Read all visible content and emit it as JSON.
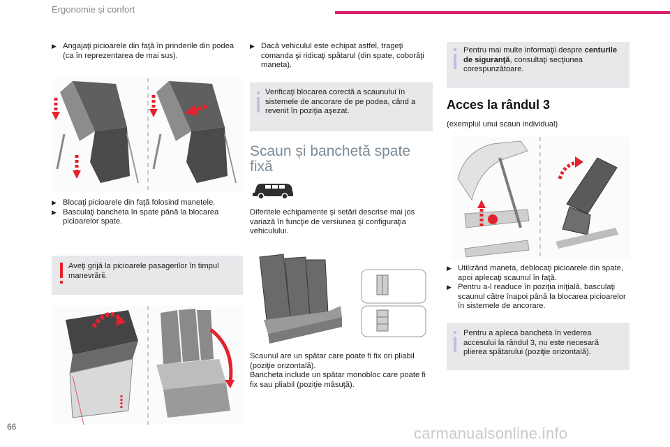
{
  "header": {
    "title": "Ergonomie și confort"
  },
  "col1": {
    "step1": "Angajaţi picioarele din faţă în prinderile din podea (ca în reprezentarea de mai sus).",
    "step2": "Blocaţi picioarele din faţă folosind manetele.",
    "step3": "Basculaţi bancheta în spate până la blocarea picioarelor spate.",
    "warning": "Aveţi grijă la picioarele pasagerilor în timpul manevrării."
  },
  "col2": {
    "step1": "Dacă vehiculul este echipat astfel, trageţi comanda şi ridicaţi spătarul (din spate, coborâţi maneta).",
    "info": "Verificaţi blocarea corectă a scaunului în sistemele de ancorare de pe podea, când a revenit în poziţia aşezat.",
    "section_title": "Scaun și banchetă spate fixă",
    "intro": "Diferitele echipamente şi setări descrise mai jos variază în funcţie de versiunea şi configuraţia vehiculului.",
    "description": "Scaunul are un spătar care poate fi fix ori pliabil (poziţie orizontală).\nBancheta include un spătar monobloc care poate fi fix sau pliabil (poziţie măsuţă)."
  },
  "col3": {
    "info_pre": "Pentru mai multe informaţii despre ",
    "info_bold": "centurile de siguranţă",
    "info_post": ", consultaţi secţiunea corespunzătoare.",
    "section_title": "Acces la rândul 3",
    "subtitle": "(exemplul unui scaun individual)",
    "step1": "Utilizând maneta, deblocaţi picioarele din spate, apoi aplecaţi scaunul în faţă.",
    "step2": "Pentru a-l readuce în poziţia iniţială, basculaţi scaunul către înapoi până la blocarea picioarelor în sistemele de ancorare.",
    "info2": "Pentru a apleca bancheta în vederea accesului la rândul 3, nu este necesară plierea spătarului (poziţie orizontală)."
  },
  "footer": {
    "page_number": "66",
    "watermark": "carmanualsonline.info"
  },
  "colors": {
    "accent": "#d8206e",
    "info_mark": "#c9b8e6",
    "warning_mark": "#e2232e",
    "arrow": "#e2232e"
  }
}
